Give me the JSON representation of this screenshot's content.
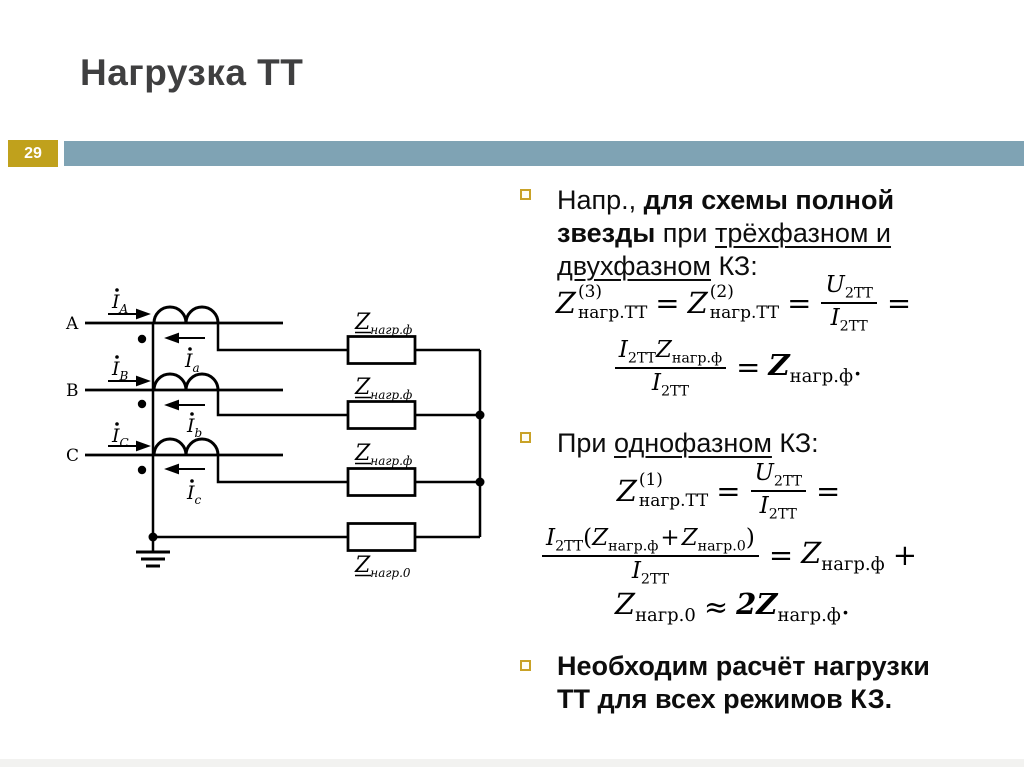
{
  "slide": {
    "title": "Нагрузка ТТ",
    "page_number": "29"
  },
  "colors": {
    "accent_gold": "#C0A11C",
    "accent_blue": "#7FA3B4",
    "title_gray": "#3F3F40",
    "bullet_border": "#C9A227"
  },
  "diagram": {
    "phases": [
      "A",
      "B",
      "C"
    ],
    "current_symbol": "I",
    "primary_current_subs": [
      "A",
      "B",
      "C"
    ],
    "secondary_current_subs": [
      "a",
      "b",
      "c"
    ],
    "load_symbol": "Z",
    "phase_load_sub": "нагр.ф",
    "neutral_load_sub": "нагр.0"
  },
  "bullets": {
    "b1": {
      "t1": "Напр., ",
      "t2": "для схемы полной звезды",
      "t3": " при ",
      "t4": "трёхфазном и двухфазном",
      "t5": " КЗ:"
    },
    "b2": {
      "t1": "При ",
      "t2": "однофазном",
      "t3": " КЗ:"
    },
    "b3": {
      "t1": "Необходим расчёт нагрузки ТТ для всех режимов КЗ."
    }
  },
  "math": {
    "Z": "Z",
    "U": "U",
    "I": "I",
    "sup1": "(1)",
    "sup2": "(2)",
    "sup3": "(3)",
    "sub_nagr_tt": "нагр.ТТ",
    "sub_2tt": "2ТТ",
    "sub_nagr_f": "нагр.ф",
    "sub_nagr_0": "нагр.0",
    "eq": "=",
    "plus": "+",
    "approx": "≈",
    "period": ".",
    "two_z": "2Z",
    "lparen": "(",
    "rparen": ")"
  }
}
